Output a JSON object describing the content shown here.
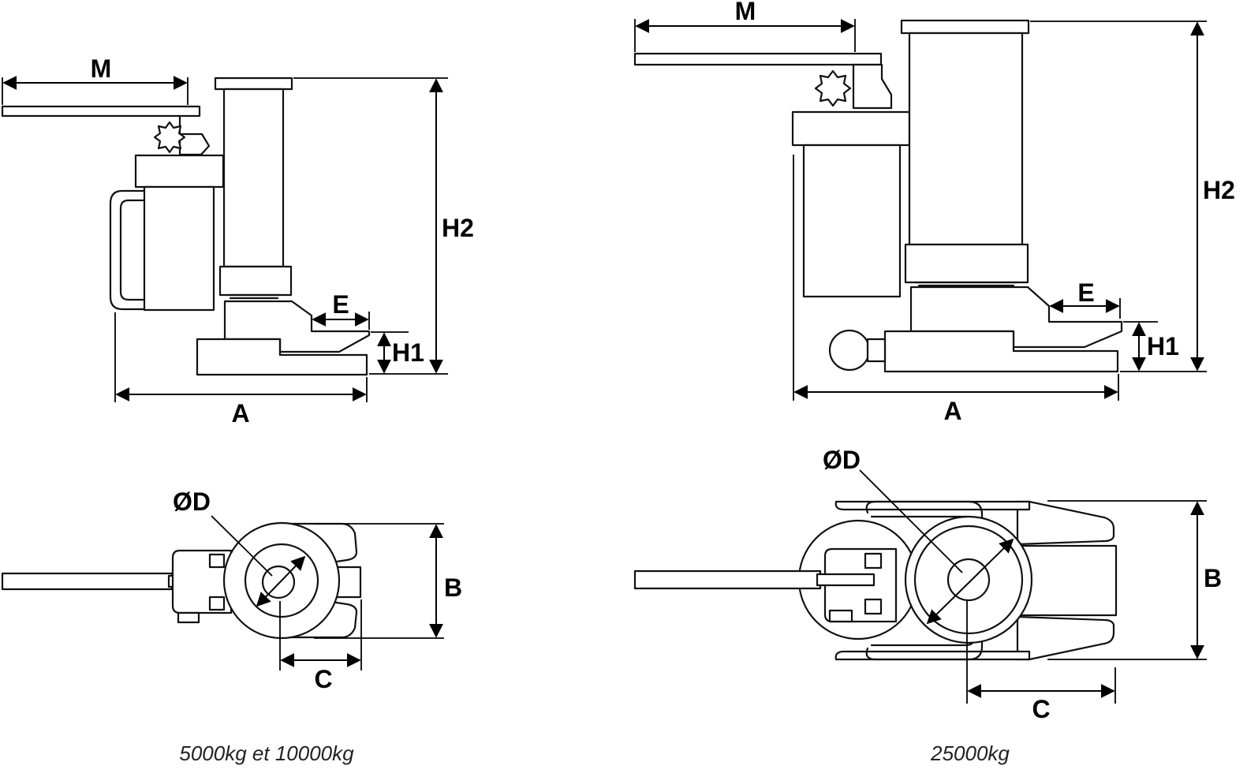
{
  "dimension_labels": {
    "M": "M",
    "H2": "H2",
    "H1": "H1",
    "E": "E",
    "A": "A",
    "D": "ØD",
    "B": "B",
    "C": "C"
  },
  "captions": {
    "small_models": "5000kg et 10000kg",
    "large_model": "25000kg"
  },
  "icons": [
    "star-knob-icon",
    "dimension-arrow-icon"
  ]
}
